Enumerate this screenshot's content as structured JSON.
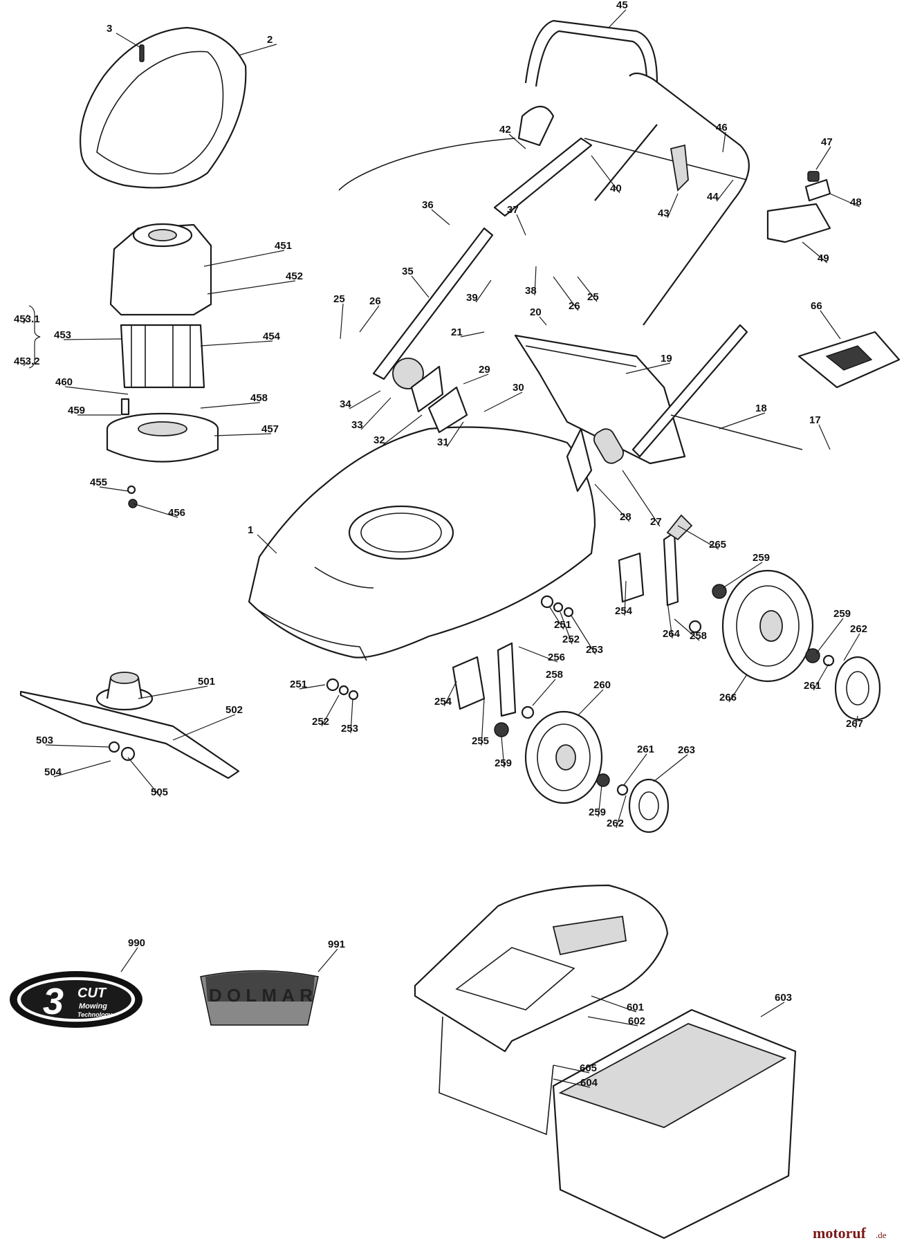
{
  "diagram": {
    "part_numbers": [
      "1",
      "2",
      "3",
      "17",
      "18",
      "19",
      "20",
      "21",
      "25",
      "26",
      "27",
      "28",
      "29",
      "30",
      "31",
      "32",
      "33",
      "34",
      "35",
      "36",
      "37",
      "38",
      "39",
      "40",
      "42",
      "43",
      "44",
      "45",
      "46",
      "47",
      "48",
      "49",
      "66",
      "251",
      "252",
      "253",
      "254",
      "255",
      "256",
      "258",
      "259",
      "260",
      "261",
      "262",
      "263",
      "264",
      "265",
      "266",
      "267",
      "451",
      "452",
      "453",
      "453.1",
      "453.2",
      "454",
      "455",
      "456",
      "457",
      "458",
      "459",
      "460",
      "501",
      "502",
      "503",
      "504",
      "505",
      "601",
      "602",
      "603",
      "604",
      "605",
      "990",
      "991"
    ],
    "badge_990": {
      "big": "3",
      "word": "CUT",
      "line1": "Mowing",
      "line2": "Technology"
    },
    "badge_991": {
      "brand": "DOLMAR"
    },
    "watermark": {
      "name": "motoruf",
      "suffix": ".de"
    }
  }
}
